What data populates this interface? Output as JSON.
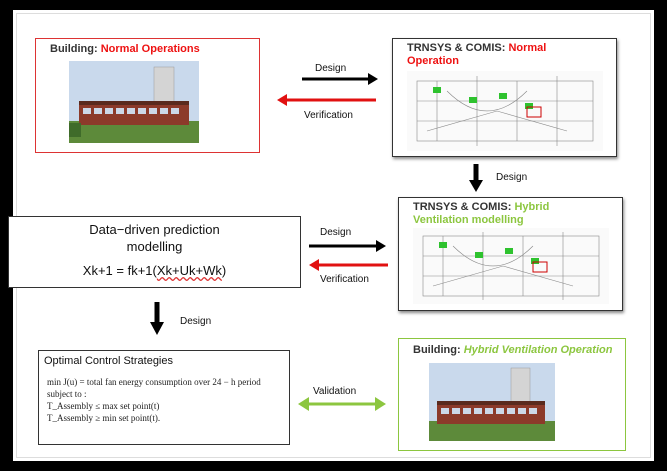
{
  "boxes": {
    "building_normal": {
      "prefix": "Building: ",
      "highlight": "Normal Operations"
    },
    "trnsys_normal": {
      "prefix": "TRNSYS & COMIS: ",
      "highlight_line1": "Normal",
      "highlight_line2": "Operation"
    },
    "data_driven": {
      "line1": "Data−driven prediction",
      "line2": "modelling",
      "equation_left": "Xk+1 = fk+1(",
      "equation_underlined": "Xk+Uk+Wk",
      "equation_right": ")"
    },
    "trnsys_hybrid": {
      "prefix": "TRNSYS & COMIS: ",
      "highlight_line1": "Hybrid",
      "highlight_line2": "Ventilation modelling"
    },
    "optimal_control": {
      "title": "Optimal Control Strategies",
      "lines": [
        "min J(u) = total fan energy consumption over 24 − h period",
        "subject to :",
        "T_Assembly ≤ max set point(t)",
        "T_Assembly ≥ min set point(t)."
      ]
    },
    "building_hybrid": {
      "prefix": "Building: ",
      "highlight": "Hybrid Ventilation Operation"
    }
  },
  "arrows": {
    "design_1": "Design",
    "verification_1": "Verification",
    "design_2": "Design",
    "design_3": "Design",
    "verification_2": "Verification",
    "design_4": "Design",
    "validation": "Validation"
  },
  "colors": {
    "red": "#e11111",
    "green": "#8cc63f",
    "black": "#000000"
  }
}
